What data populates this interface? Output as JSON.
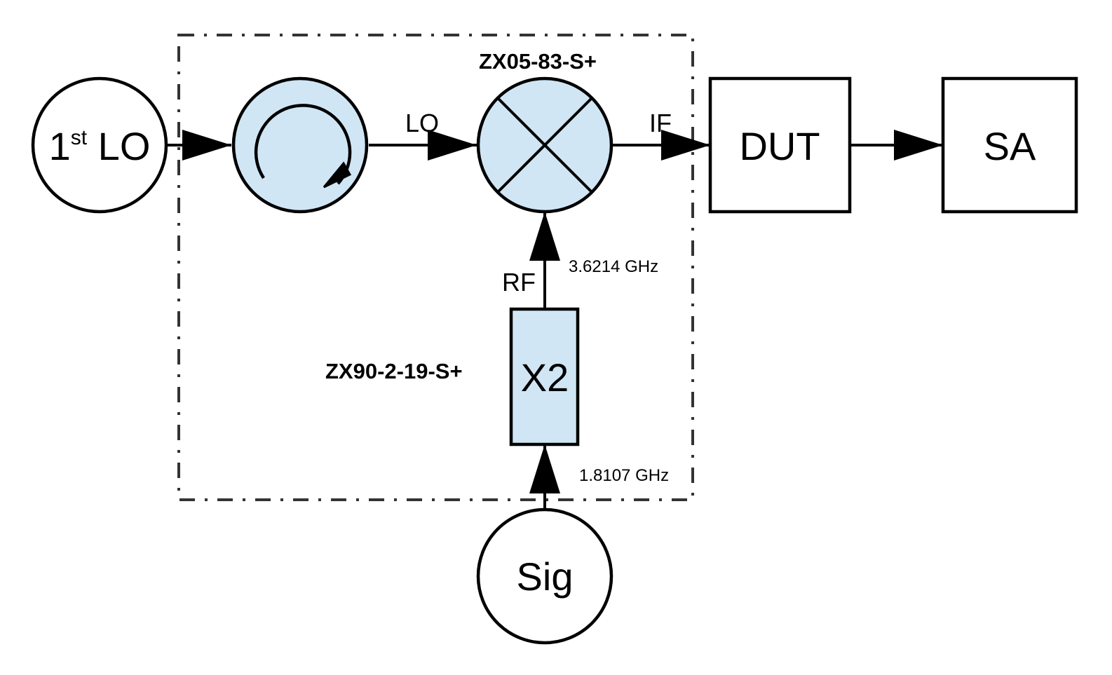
{
  "colors": {
    "component_fill": "#d0e6f5",
    "stroke": "#000000",
    "background": "#ffffff"
  },
  "nodes": {
    "first_lo": {
      "main": "1",
      "sup": "st",
      "suffix": " LO"
    },
    "circulator": {
      "icon": "rotation-arrow-icon"
    },
    "mixer": {
      "part_number": "ZX05-83-S+",
      "icon": "x-cross-icon"
    },
    "multiplier": {
      "label": "X2",
      "part_number": "ZX90-2-19-S+"
    },
    "dut": {
      "label": "DUT"
    },
    "sa": {
      "label": "SA"
    },
    "sig": {
      "label": "Sig"
    }
  },
  "ports": {
    "lo": "LO",
    "if": "IF",
    "rf": "RF"
  },
  "frequencies": {
    "rf": "3.6214 GHz",
    "sig": "1.8107 GHz"
  }
}
